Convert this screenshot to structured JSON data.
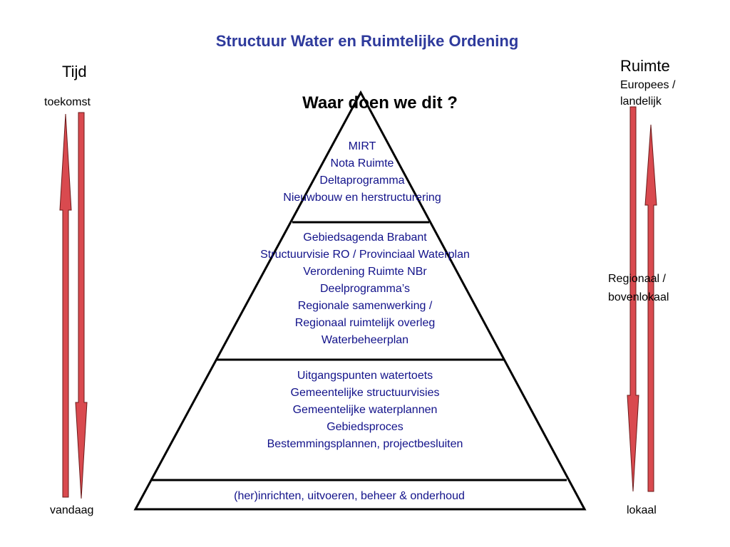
{
  "title": "Structuur  Water en Ruimtelijke Ordening",
  "question": "Waar doen we dit ?",
  "left_axis": {
    "heading": "Tijd",
    "top_label": "toekomst",
    "bottom_label": "vandaag"
  },
  "right_axis": {
    "heading": "Ruimte",
    "top_label_1": "Europees /",
    "top_label_2": "landelijk",
    "middle_label_1": "Regionaal /",
    "middle_label_2": "bovenlokaal",
    "bottom_label": "lokaal"
  },
  "pyramid": {
    "tier1": [
      "MIRT",
      "Nota Ruimte",
      "Deltaprogramma",
      "Nieuwbouw en herstructurering"
    ],
    "tier2": [
      "Gebiedsagenda Brabant",
      "Structuurvisie RO / Provinciaal Waterplan",
      "Verordening Ruimte NBr",
      "Deelprogramma’s",
      "Regionale samenwerking /",
      "Regionaal ruimtelijk overleg",
      "Waterbeheerplan"
    ],
    "tier3": [
      "Uitgangspunten watertoets",
      "Gemeentelijke structuurvisies",
      "Gemeentelijke waterplannen",
      "Gebiedsproces",
      "Bestemmingsplannen, projectbesluiten"
    ],
    "tier4": [
      "(her)inrichten, uitvoeren, beheer & onderhoud"
    ]
  },
  "colors": {
    "title": "#2e3a9c",
    "tier_text": "#12128a",
    "arrow_fill": "#d94a4f",
    "arrow_stroke": "#6b1a1a",
    "outline": "#000000"
  }
}
